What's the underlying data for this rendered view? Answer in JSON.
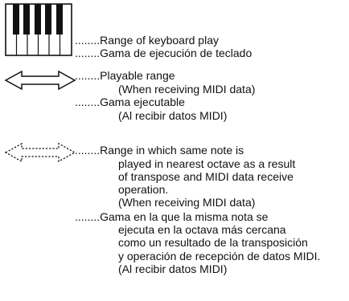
{
  "legend": {
    "keyboard": {
      "icon": "keyboard-icon",
      "en": "........Range of keyboard play",
      "es": "........Gama de ejecución de teclado"
    },
    "playable": {
      "icon": "solid-double-arrow-icon",
      "en": [
        "........Playable range",
        "(When receiving MIDI data)"
      ],
      "es": [
        "........Gama ejecutable",
        "(Al recibir datos MIDI)"
      ]
    },
    "transpose": {
      "icon": "dashed-double-arrow-icon",
      "en": [
        "........Range in which same note is",
        "played in nearest octave as a result",
        "of transpose and MIDI data receive",
        "operation.",
        "(When receiving MIDI data)"
      ],
      "es": [
        "........Gama en la que la misma nota se",
        "ejecuta en la octava más cercana",
        "como un resultado de la transposición",
        "y operación de recepción de datos MIDI.",
        "(Al recibir datos MIDI)"
      ]
    }
  }
}
